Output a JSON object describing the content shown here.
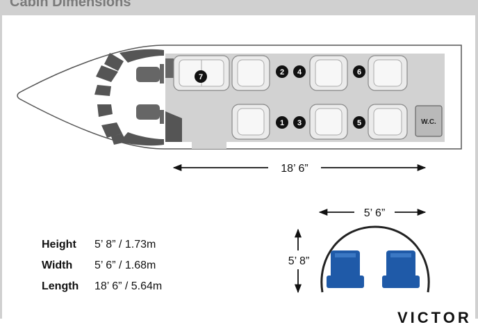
{
  "header": {
    "title": "Cabin Dimensions"
  },
  "floorplan": {
    "seat_numbers": [
      "7",
      "2",
      "4",
      "6",
      "1",
      "3",
      "5"
    ],
    "lavatory_label": "W.C.",
    "length_label": "18’ 6”"
  },
  "cross_section": {
    "width_label": "5’ 6”",
    "height_label": "5’ 8”",
    "seat_color": "#1f5aa8"
  },
  "specs": [
    {
      "label": "Height",
      "value": "5’ 8” / 1.73m"
    },
    {
      "label": "Width",
      "value": "5’ 6” / 1.68m"
    },
    {
      "label": "Length",
      "value": "18’ 6” / 5.64m"
    }
  ],
  "brand": "VICTOR"
}
